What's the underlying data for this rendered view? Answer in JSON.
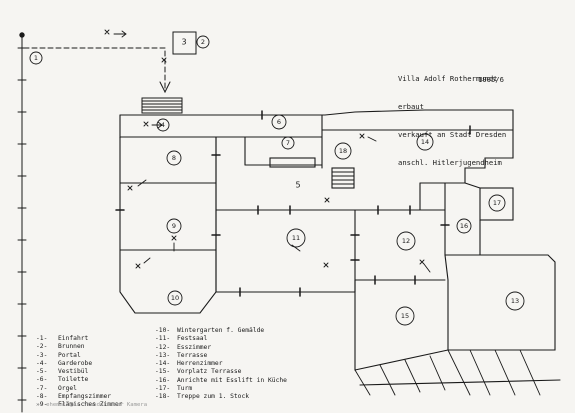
{
  "title_block": {
    "line1": "Villa Adolf Rothermundt",
    "line2": "erbaut",
    "year": "1905/6",
    "line3": "verkauft an Stadt Dresden",
    "line4": "anschl. Hitlerjugendheim"
  },
  "room_numbers": [
    "1",
    "2",
    "3",
    "4",
    "5",
    "6",
    "7",
    "8",
    "9",
    "10",
    "11",
    "12",
    "13",
    "14",
    "15",
    "16",
    "17",
    "18"
  ],
  "legend_left": [
    {
      "num": "-1-",
      "name": "Einfahrt"
    },
    {
      "num": "-2-",
      "name": "Brunnen"
    },
    {
      "num": "-3-",
      "name": "Portal"
    },
    {
      "num": "-4-",
      "name": "Garderobe"
    },
    {
      "num": "-5-",
      "name": "Vestibül"
    },
    {
      "num": "-6-",
      "name": "Toilette"
    },
    {
      "num": "-7-",
      "name": "Orgel"
    },
    {
      "num": "-8-",
      "name": "Empfangszimmer"
    },
    {
      "num": "-9-",
      "name": "Flämisches Zimmer"
    }
  ],
  "legend_right": [
    {
      "num": "-10-",
      "name": "Wintergarten f. Gemälde"
    },
    {
      "num": "-11-",
      "name": "Festsaal"
    },
    {
      "num": "-12-",
      "name": "Esszimmer"
    },
    {
      "num": "-13-",
      "name": "Terrasse"
    },
    {
      "num": "-14-",
      "name": "Herrenzimmer"
    },
    {
      "num": "-15-",
      "name": "Vorplatz Terrasse"
    },
    {
      "num": "-16-",
      "name": "Anrichte mit Esslift in Küche"
    },
    {
      "num": "-17-",
      "name": "Turm"
    },
    {
      "num": "-18-",
      "name": "Treppe zum 1. Stock"
    }
  ],
  "footnote": "x→  ehemaliger Standort der Kamera",
  "colors": {
    "ink": "#1a1a1a",
    "paper": "#f6f5f2",
    "faint": "#9a9a9a"
  }
}
